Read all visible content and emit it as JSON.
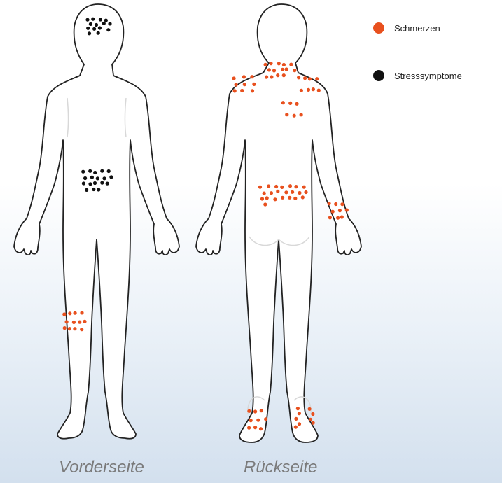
{
  "legend": [
    {
      "label": "Schmerzen",
      "color": "#e8501e"
    },
    {
      "label": "Stresssymptome",
      "color": "#111111"
    }
  ],
  "captions": {
    "front": "Vorderseite",
    "back": "Rückseite"
  },
  "colors": {
    "pain": "#e8501e",
    "stress": "#111111",
    "outline": "#222222",
    "body_fill": "#ffffff"
  }
}
